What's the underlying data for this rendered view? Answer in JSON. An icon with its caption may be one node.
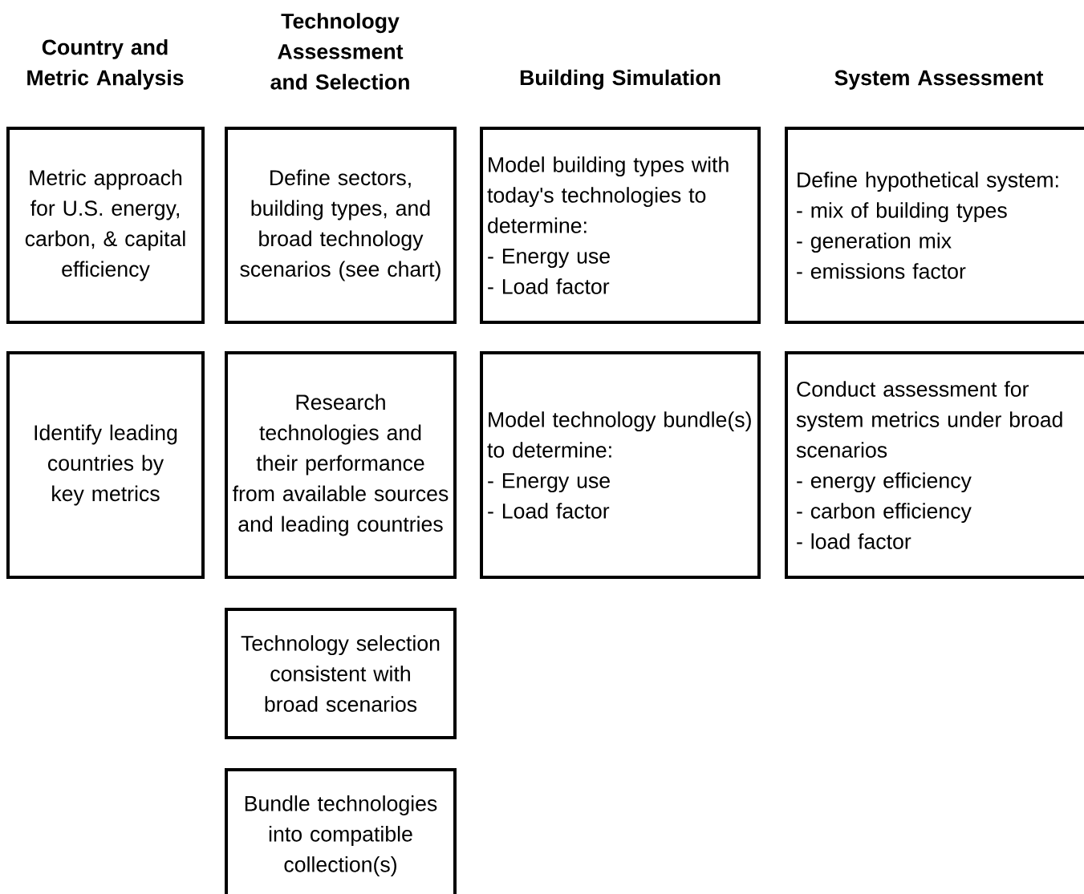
{
  "diagram": {
    "nodes": [
      {
        "text": [
          "Metric approach for U.S. energy, carbon, & capital efficiency"
        ]
      },
      {
        "text": [
          "Define sectors, building types, and broad technology scenarios (see chart)"
        ]
      },
      {
        "text": [
          "Model building types with today's technologies to determine:",
          "- Energy use",
          "- Load factor"
        ]
      },
      {
        "text": [
          "Define hypothetical system:",
          "- mix of building types",
          "- generation mix",
          "- emissions factor"
        ]
      },
      {
        "text": [
          "Identify leading countries by key metrics"
        ]
      },
      {
        "text": [
          "Research technologies and their performance from available sources and leading countries"
        ]
      },
      {
        "text": [
          "Model technology bundle(s) to determine:",
          "- Energy use",
          "- Load factor"
        ]
      },
      {
        "text": [
          "Conduct assessment for system metrics under broad scenarios",
          "- energy efficiency",
          "- carbon efficiency",
          "- load factor"
        ]
      },
      {
        "text": [
          "Technology selection consistent with broad scenarios"
        ]
      },
      {
        "text": [
          "Bundle technologies into compatible collection(s)"
        ]
      }
    ],
    "labels": [
      "Country and Metric Analysis",
      "Technology Assessment and Selection",
      "Building Simulation",
      "System Assessment"
    ]
  }
}
